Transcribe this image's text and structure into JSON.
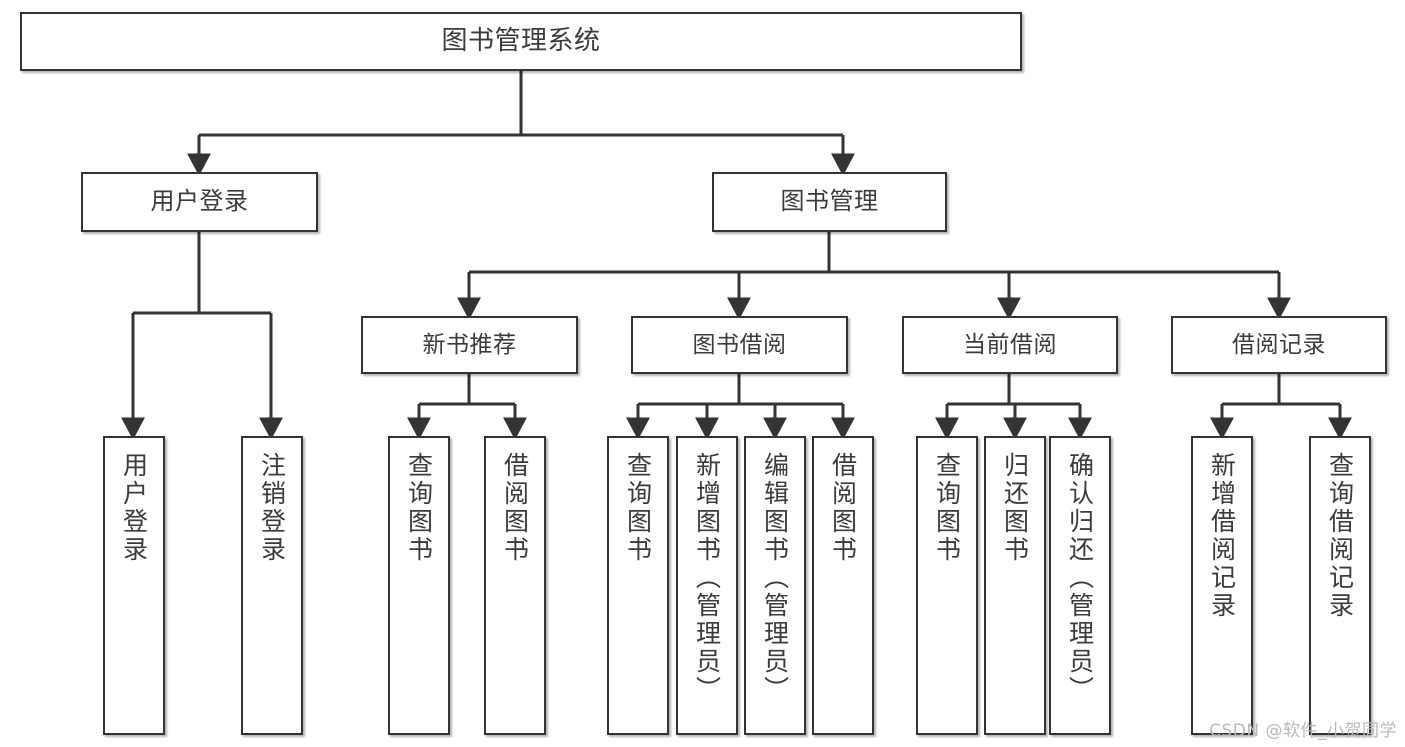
{
  "diagram": {
    "title": "图书管理系统",
    "type": "tree-hierarchy",
    "stroke_color": "#333333",
    "text_color": "#3b3b3b",
    "background_color": "#ffffff",
    "root": {
      "label": "图书管理系统"
    },
    "level1": [
      {
        "label": "用户登录"
      },
      {
        "label": "图书管理"
      }
    ],
    "level2": [
      {
        "label": "新书推荐"
      },
      {
        "label": "图书借阅"
      },
      {
        "label": "当前借阅"
      },
      {
        "label": "借阅记录"
      }
    ],
    "leaves": {
      "user_login": [
        {
          "label": "用户登录"
        },
        {
          "label": "注销登录"
        }
      ],
      "new_book_recommend": [
        {
          "label": "查询图书"
        },
        {
          "label": "借阅图书"
        }
      ],
      "book_borrow": [
        {
          "label": "查询图书"
        },
        {
          "label": "新增图书（管理员）"
        },
        {
          "label": "编辑图书（管理员）"
        },
        {
          "label": "借阅图书"
        }
      ],
      "current_borrow": [
        {
          "label": "查询图书"
        },
        {
          "label": "归还图书"
        },
        {
          "label": "确认归还（管理员）"
        }
      ],
      "borrow_record": [
        {
          "label": "新增借阅记录"
        },
        {
          "label": "查询借阅记录"
        }
      ]
    }
  },
  "watermark": {
    "text": "CSDN @软件_小贺同学"
  }
}
